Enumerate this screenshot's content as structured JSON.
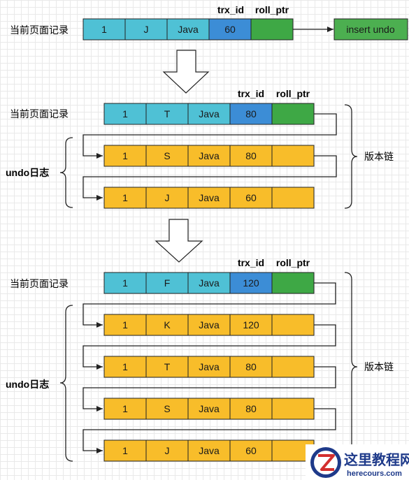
{
  "colors": {
    "current_cell": "#4fc1d5",
    "trx_cell": "#3c8dd6",
    "rollptr_cell": "#3ea845",
    "undo_cell": "#f8bd2a",
    "insert_undo": "#4caf50",
    "stroke": "#222222"
  },
  "headers": {
    "trx_id": "trx_id",
    "roll_ptr": "roll_ptr"
  },
  "labels": {
    "current_record": "当前页面记录",
    "undo_log": "undo日志",
    "version_chain": "版本链",
    "insert_undo": "insert undo"
  },
  "sections": [
    {
      "current": [
        "1",
        "J",
        "Java",
        "60"
      ],
      "undo": []
    },
    {
      "current": [
        "1",
        "T",
        "Java",
        "80"
      ],
      "undo": [
        [
          "1",
          "S",
          "Java",
          "80"
        ],
        [
          "1",
          "J",
          "Java",
          "60"
        ]
      ]
    },
    {
      "current": [
        "1",
        "F",
        "Java",
        "120"
      ],
      "undo": [
        [
          "1",
          "K",
          "Java",
          "120"
        ],
        [
          "1",
          "T",
          "Java",
          "80"
        ],
        [
          "1",
          "S",
          "Java",
          "80"
        ],
        [
          "1",
          "J",
          "Java",
          "60"
        ]
      ]
    }
  ],
  "watermark": {
    "title": "这里教程网",
    "site": "herecours.com",
    "icon": "z-logo-icon"
  }
}
